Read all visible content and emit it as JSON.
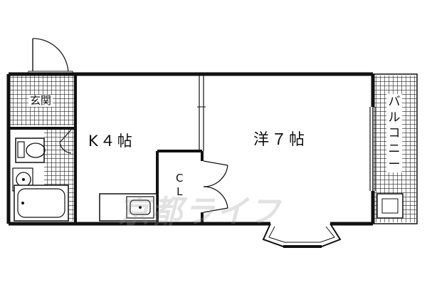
{
  "rooms": {
    "kitchen_label": "K４帖",
    "western_label": "洋７帖",
    "genkan_label": "玄関",
    "closet_line1": "C",
    "closet_line2": "L",
    "balcony_label": "バルコニー"
  },
  "watermark": "京都ライフ"
}
